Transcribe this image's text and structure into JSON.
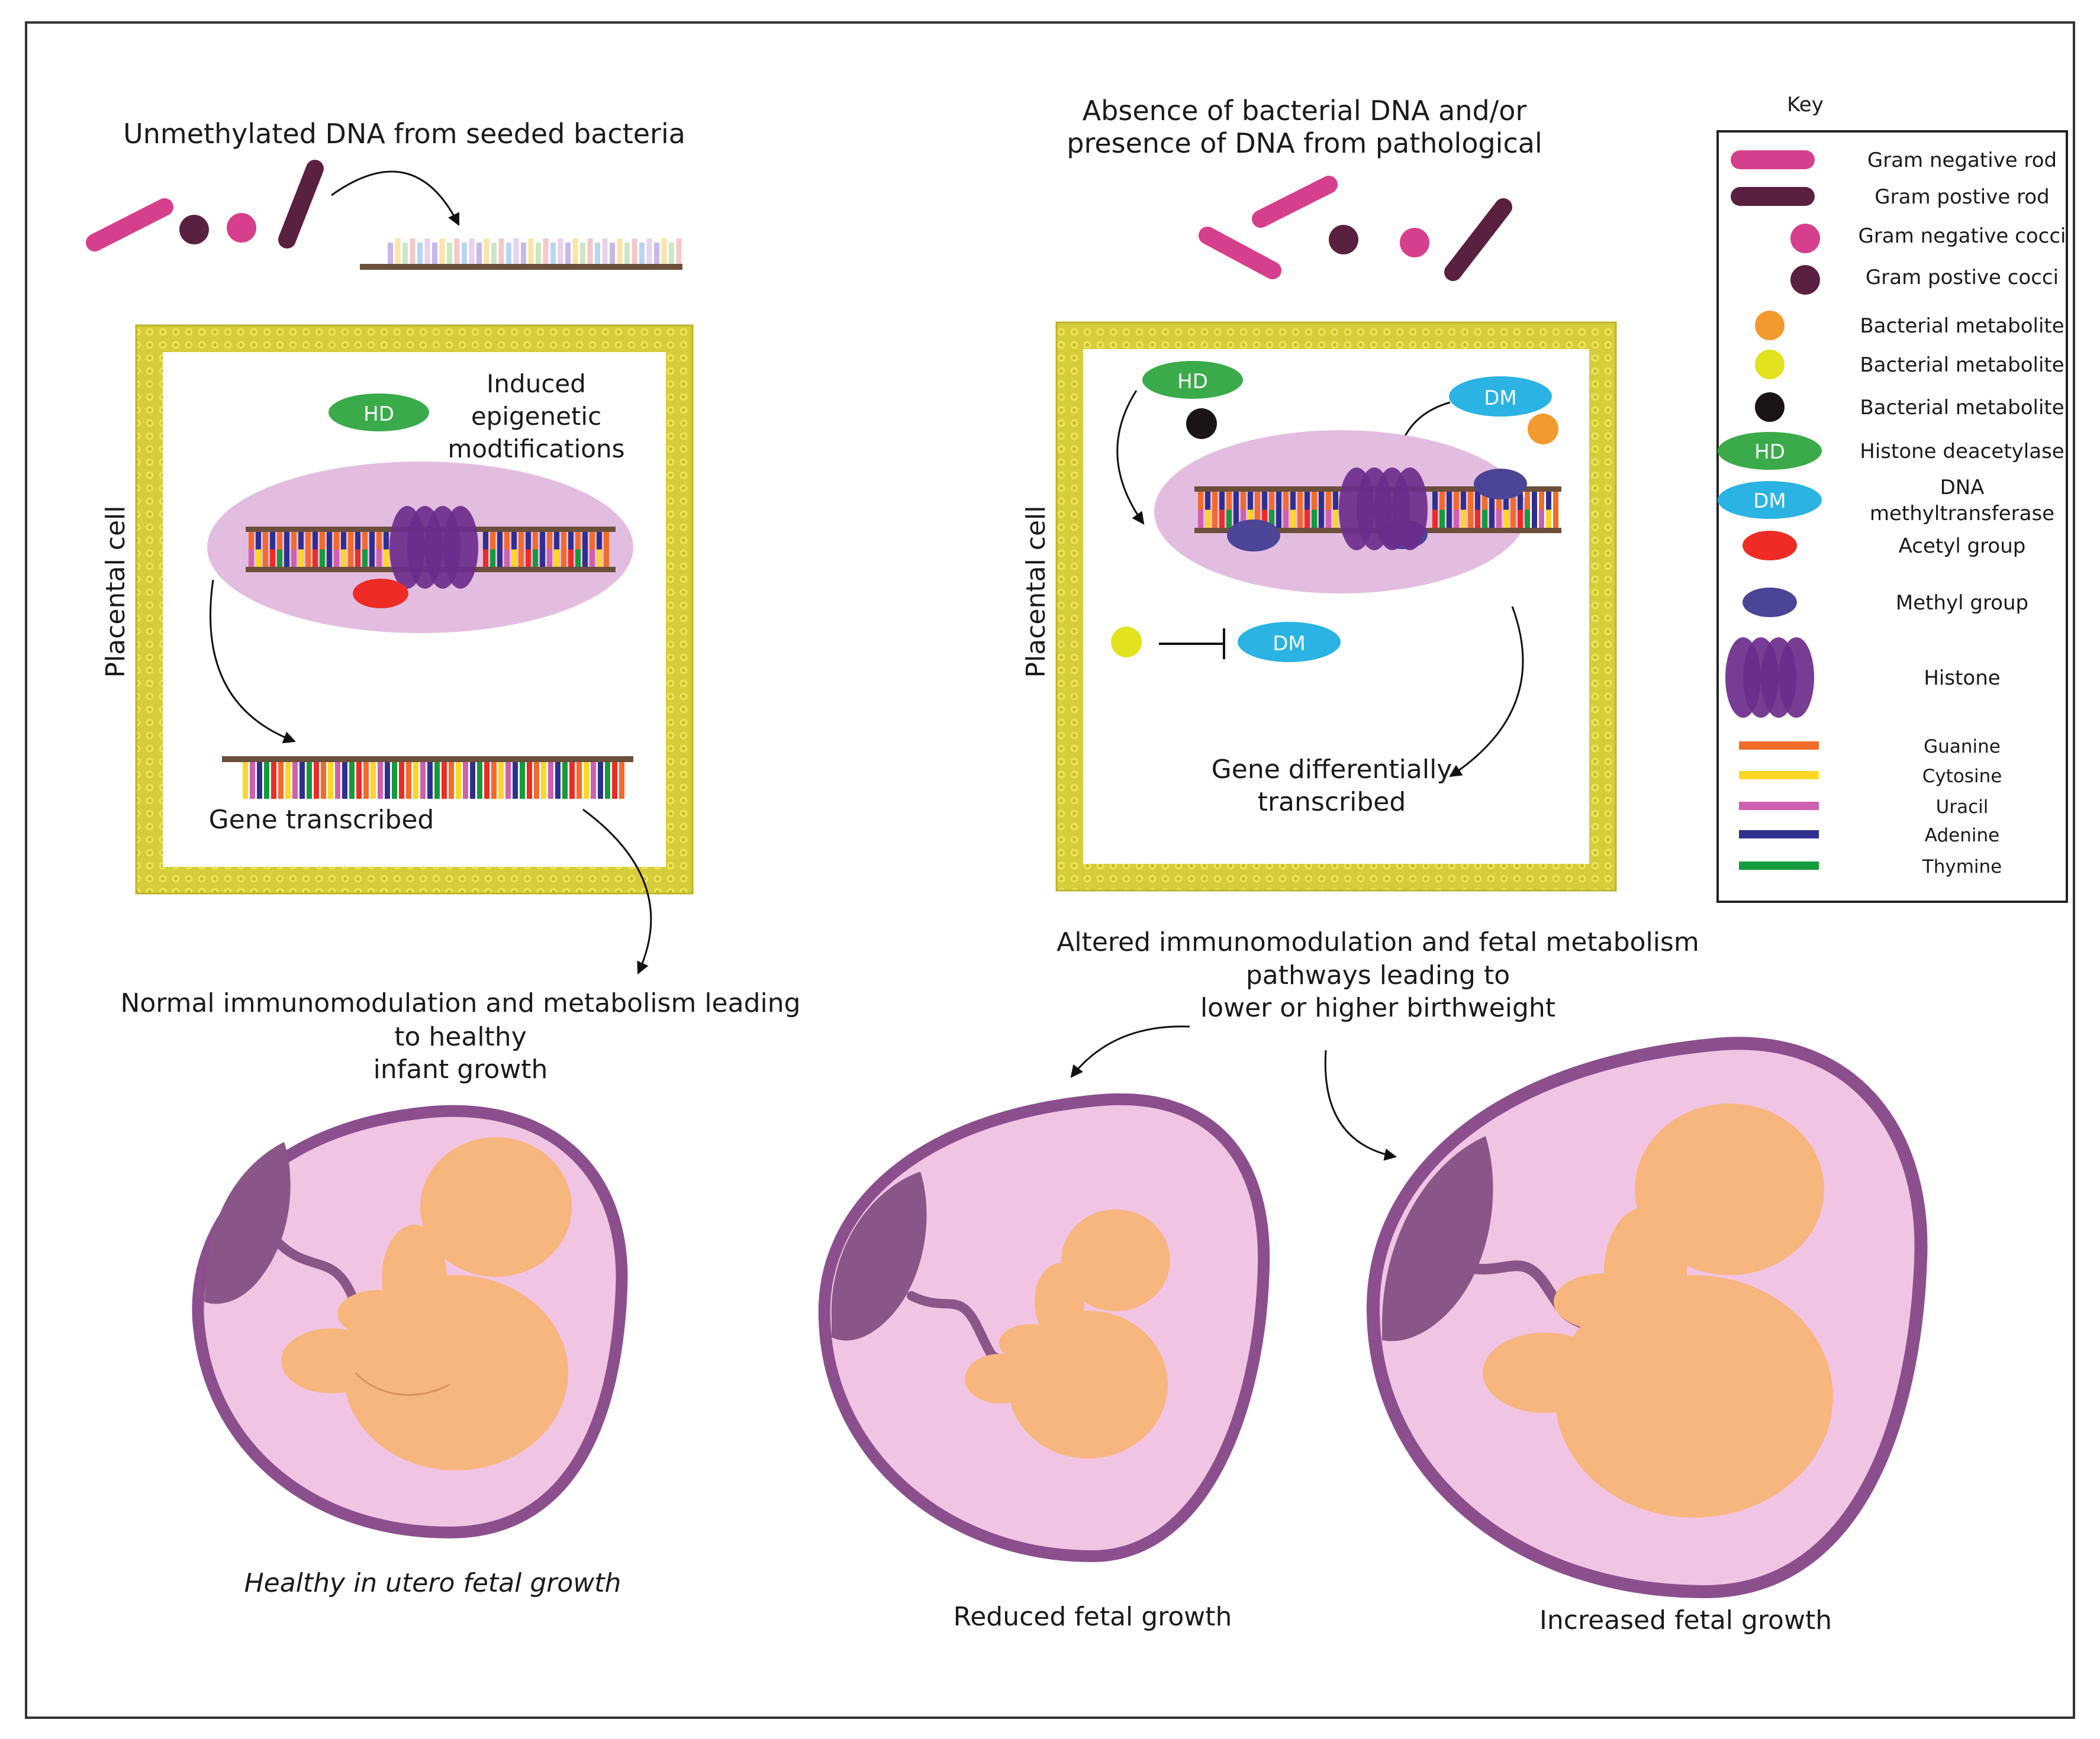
{
  "left_panel": {
    "top_caption": "Unmethylated DNA from seeded bacteria",
    "cell_label": "Placental cell",
    "enzyme_hd": "HD",
    "modification_lines": [
      "Induced",
      "epigenetic",
      "modtifications"
    ],
    "gene_label": "Gene transcribed",
    "outcome_lines": [
      "Normal immunomodulation and metabolism leading",
      "to healthy",
      "infant growth"
    ],
    "fetus_caption": "Healthy in utero fetal growth"
  },
  "right_panel": {
    "top_caption_lines": [
      "Absence of bacterial DNA and/or",
      "presence of DNA from pathological"
    ],
    "cell_label": "Placental cell",
    "enzyme_hd": "HD",
    "enzyme_dm": "DM",
    "enzyme_dm_inhibited": "DM",
    "gene_label_lines": [
      "Gene differentially",
      "transcribed"
    ],
    "outcome_lines": [
      "Altered immunomodulation and fetal metabolism",
      "pathways leading to",
      "lower or higher birthweight"
    ],
    "reduced_caption": "Reduced fetal growth",
    "increased_caption": "Increased fetal growth"
  },
  "key": {
    "title": "Key",
    "items": [
      {
        "label": "Gram negative rod",
        "icon": "rod-icon",
        "color": "#d63f8c"
      },
      {
        "label": "Gram postive rod",
        "icon": "rod-icon",
        "color": "#5a2040"
      },
      {
        "label": "Gram negative cocci",
        "icon": "cocci-icon",
        "color": "#d63f8c"
      },
      {
        "label": "Gram postive cocci",
        "icon": "cocci-icon",
        "color": "#5a2040"
      },
      {
        "label": "Bacterial metabolite",
        "icon": "metabolite-icon",
        "color": "#f39a2e"
      },
      {
        "label": "Bacterial metabolite",
        "icon": "metabolite-icon",
        "color": "#e2e21f"
      },
      {
        "label": "Bacterial metabolite",
        "icon": "metabolite-icon",
        "color": "#1a1414"
      },
      {
        "label": "Histone deacetylase",
        "icon": "hd-icon",
        "badge": "HD",
        "color": "#3aaa4a"
      },
      {
        "label_lines": [
          "DNA",
          "methyltransferase"
        ],
        "icon": "dm-icon",
        "badge": "DM",
        "color": "#2ab3e3"
      },
      {
        "label": "Acetyl group",
        "icon": "acetyl-icon",
        "color": "#ee2b24"
      },
      {
        "label": "Methyl group",
        "icon": "methyl-icon",
        "color": "#4a4596"
      },
      {
        "label": "Histone",
        "icon": "histone-icon",
        "color": "#6b2c8c"
      },
      {
        "label": "Guanine",
        "icon": "base-line-icon",
        "color": "#f26b2a"
      },
      {
        "label": "Cytosine",
        "icon": "base-line-icon",
        "color": "#ffd626"
      },
      {
        "label": "Uracil",
        "icon": "base-line-icon",
        "color": "#cf5fb0"
      },
      {
        "label": "Adenine",
        "icon": "base-line-icon",
        "color": "#2f2f8f"
      },
      {
        "label": "Thymine",
        "icon": "base-line-icon",
        "color": "#149b3c"
      }
    ]
  },
  "colors": {
    "membrane": "#d6cd3a",
    "nucleus": "#e3bde0",
    "uterus_wall": "#8b4f8e",
    "uterus_inner": "#f2c4e4",
    "placenta": "#8a5687",
    "fetus": "#f6b67e",
    "backbone": "#6b4f3b"
  }
}
